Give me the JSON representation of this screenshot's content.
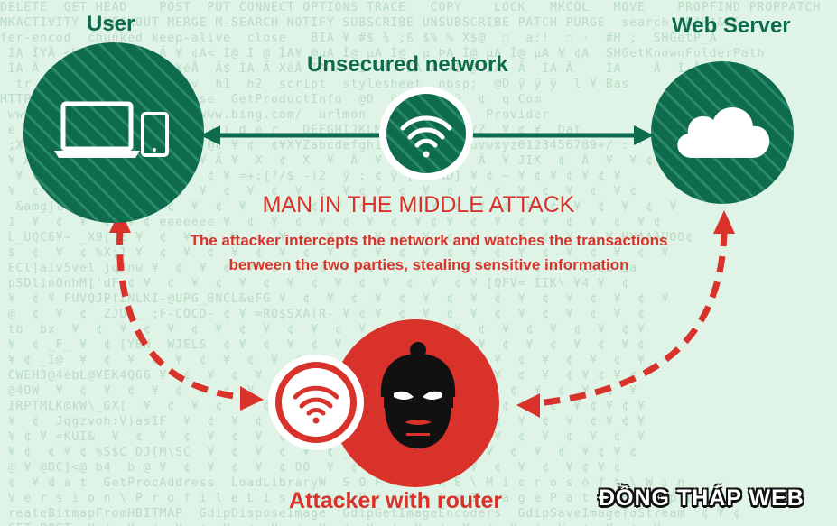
{
  "labels": {
    "user": "User",
    "web_server": "Web Server",
    "network": "Unsecured network",
    "attack_title": "MAN IN THE MIDDLE ATTACK",
    "attack_description": "The attacker intercepts the network and watches the transactions berween the two parties, stealing sensitive information",
    "attacker": "Attacker with router",
    "watermark": "ĐỒNG THÁP WEB"
  },
  "icons": {
    "user": [
      "laptop-icon",
      "phone-icon"
    ],
    "server": "cloud-icon",
    "network": "wifi-icon",
    "attacker": [
      "wifi-icon",
      "hacker-icon"
    ]
  },
  "colors": {
    "green": "#0f6b4e",
    "red": "#d8322b",
    "background": "#dff3e6"
  }
}
